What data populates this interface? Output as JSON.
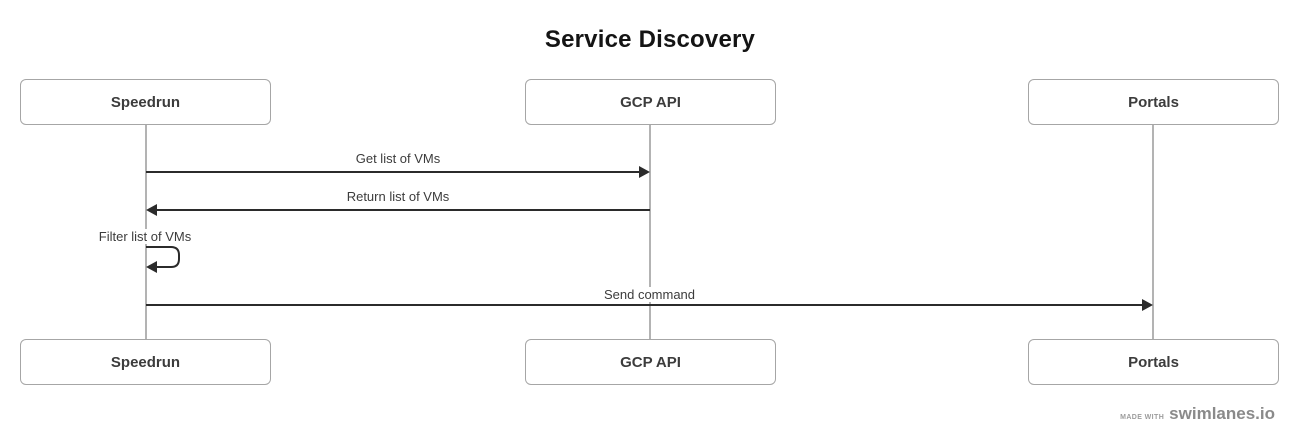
{
  "title": "Service Discovery",
  "actors": [
    {
      "name": "Speedrun"
    },
    {
      "name": "GCP API"
    },
    {
      "name": "Portals"
    }
  ],
  "messages": [
    {
      "label": "Get list of VMs",
      "from": "Speedrun",
      "to": "GCP API",
      "arrow": "solid-right"
    },
    {
      "label": "Return list of VMs",
      "from": "GCP API",
      "to": "Speedrun",
      "arrow": "solid-left"
    },
    {
      "label": "Filter list of VMs",
      "from": "Speedrun",
      "to": "Speedrun",
      "arrow": "self-loop"
    },
    {
      "label": "Send command",
      "from": "Speedrun",
      "to": "Portals",
      "arrow": "solid-right"
    }
  ],
  "footer": {
    "made_with_label": "MADE WITH",
    "brand": "swimlanes.io"
  },
  "colors": {
    "arrow": "#2b2b2b",
    "lifeline": "#b3b3b3",
    "box_border": "#a6a6a6",
    "text": "#3c3c3c",
    "footer_text": "#8a8a8a"
  }
}
